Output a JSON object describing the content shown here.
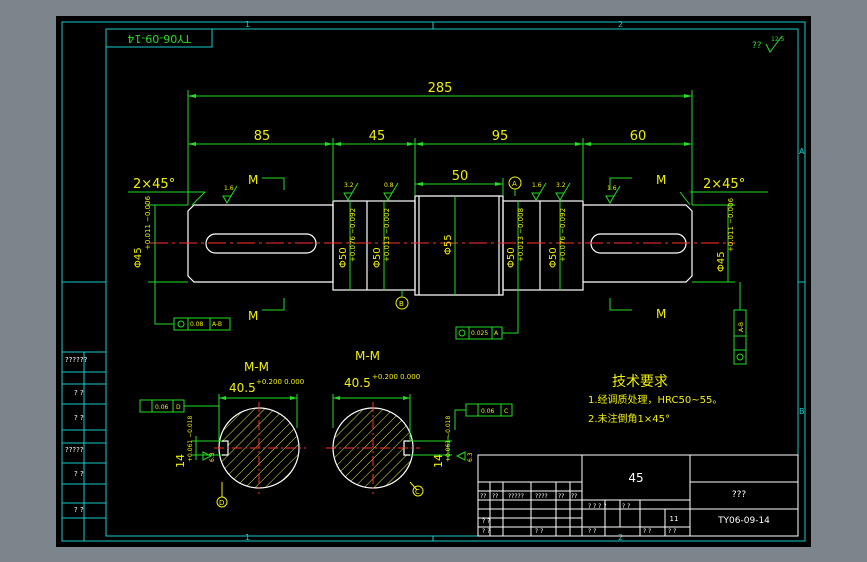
{
  "colors": {
    "background": "#7d858c",
    "paper": "#000000",
    "frame": "#18c8c8",
    "dimension": "#22dd22",
    "part_outline": "#ffffff",
    "centerline": "#ff3030",
    "hatch": "#e8e840",
    "text_yellow": "#f0f000"
  },
  "drawing": {
    "code_rotated": "TY06-09-14",
    "roughness_corner": "??",
    "roughness_corner_value": "12.5",
    "grid_col_1": "1",
    "grid_col_2": "2",
    "grid_row_a": "A",
    "grid_row_b": "B",
    "overall_length": "285",
    "seg_1": "85",
    "seg_2": "45",
    "seg_3": "95",
    "seg_4": "60",
    "seg_mid": "50",
    "chamfer_left": "2×45°",
    "chamfer_right": "2×45°",
    "d_left": "Φ45",
    "d_left_tol": "+0.011 −0.006",
    "d_j1": "Φ50",
    "d_j1_tol": "+0.076 −0.092",
    "d_j2": "Φ50",
    "d_j2_tol": "+0.013 −0.002",
    "d_mid": "Φ55",
    "d_j3": "Φ50",
    "d_j3_tol": "+0.013 −0.008",
    "d_j4": "Φ50",
    "d_j4_tol": "+0.076 −0.092",
    "d_right": "Φ45",
    "d_right_tol": "+0.011 −0.006",
    "rough_16": "1.6",
    "rough_32": "3.2",
    "rough_08": "0.8",
    "section_mark_left": "M",
    "section_mark_right": "M",
    "datum_a": "A",
    "datum_b": "B",
    "fcf_left": "0.08",
    "fcf_left_datum": "A-B",
    "fcf_mid": "0.025",
    "fcf_mid_datum": "A",
    "fcf_right": "A-B",
    "section_left_title": "M-M",
    "section_right_title": "M-M",
    "sec_width": "40.5",
    "sec_width_tol": "+0.200 0.000",
    "sec_key": "14",
    "sec_key_tol": "+0.061 −0.018",
    "sec_fcf": "0.06",
    "sec_rough": "6.3",
    "sec_datum_left": "D",
    "sec_datum_right": "C",
    "tech_title": "技术要求",
    "tech_req_1": "1.经调质处理，HRC50~55。",
    "tech_req_2": "2.未注倒角1×45°",
    "tb_material": "45",
    "tb_name": "???",
    "tb_code": "TY06-09-14",
    "tb_scale": "11",
    "tb_small": "??",
    "tb_small_long": "?????",
    "tb_small_medium": "????",
    "tb_small_short": "? ?",
    "tb_small_stack": "? ? ? ?",
    "left_strip_1": "??????",
    "left_strip_2": "? ?",
    "left_strip_3": "? ?",
    "left_strip_4": "?????",
    "left_strip_5": "? ?",
    "left_strip_6": "? ?"
  }
}
